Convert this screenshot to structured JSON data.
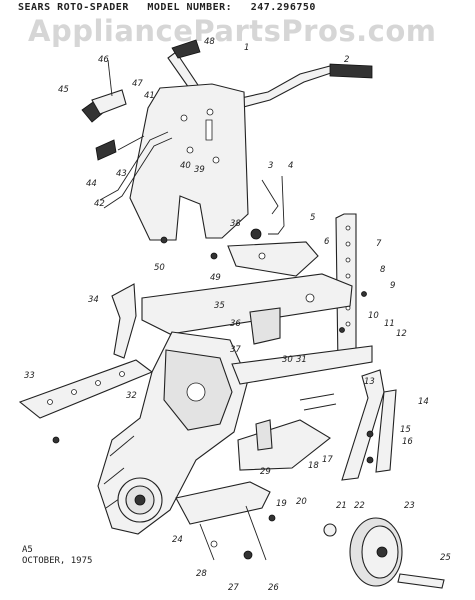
{
  "header": {
    "brand": "SEARS ROTO-SPADER",
    "model_label": "MODEL NUMBER:",
    "model_number": "247.296750"
  },
  "watermark": "AppliancePartsPros.com",
  "footer": {
    "line1": "A5",
    "line2": "OCTOBER, 1975"
  },
  "callouts": [
    "1",
    "2",
    "3",
    "4",
    "5",
    "6",
    "7",
    "8",
    "9",
    "10",
    "11",
    "12",
    "13",
    "14",
    "15",
    "16",
    "17",
    "18",
    "19",
    "20",
    "21",
    "22",
    "23",
    "24",
    "25",
    "26",
    "27",
    "28",
    "29",
    "30",
    "31",
    "32",
    "33",
    "34",
    "35",
    "36",
    "37",
    "38",
    "39",
    "40",
    "41",
    "42",
    "43",
    "44",
    "45",
    "46",
    "47",
    "48",
    "49",
    "50"
  ]
}
